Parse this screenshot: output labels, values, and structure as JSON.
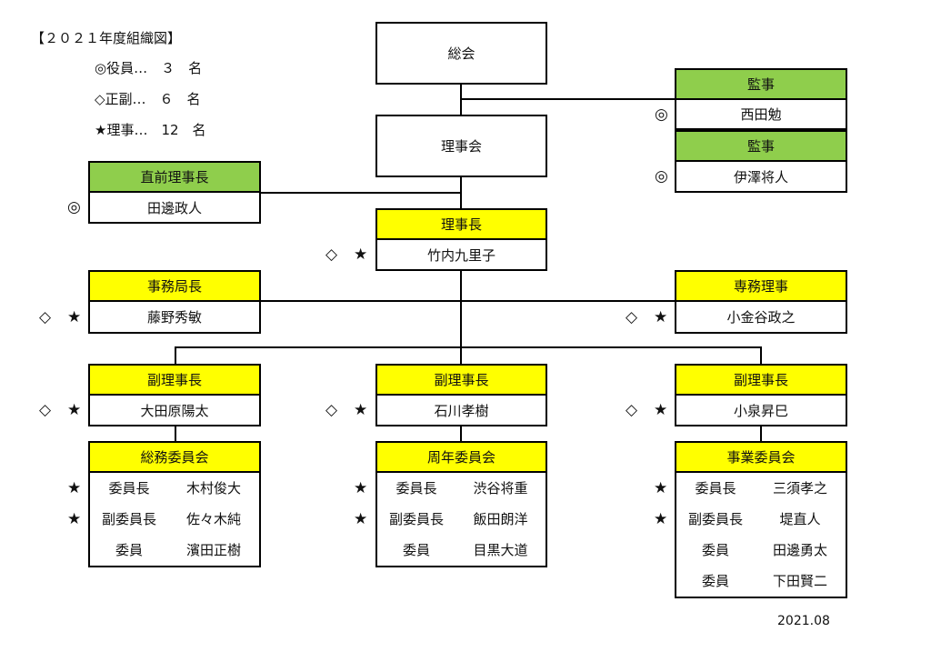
{
  "legend": {
    "title": "【２０２１年度組織図】",
    "items": [
      {
        "label": "◎役員…　３　名"
      },
      {
        "label": "◇正副…　６　名"
      },
      {
        "label": "★理事…　12　名"
      }
    ]
  },
  "nodes": {
    "general_assembly": "総会",
    "board": "理事会",
    "auditor1": {
      "title": "監事",
      "name": "西田勉",
      "mark": "◎"
    },
    "auditor2": {
      "title": "監事",
      "name": "伊澤将人",
      "mark": "◎"
    },
    "past_chair": {
      "title": "直前理事長",
      "name": "田邊政人",
      "mark": "◎"
    },
    "chair": {
      "title": "理事長",
      "name": "竹内九里子",
      "mark1": "◇",
      "mark2": "★"
    },
    "secretary_general": {
      "title": "事務局長",
      "name": "藤野秀敏",
      "mark1": "◇",
      "mark2": "★"
    },
    "executive_director": {
      "title": "専務理事",
      "name": "小金谷政之",
      "mark1": "◇",
      "mark2": "★"
    },
    "vice1": {
      "title": "副理事長",
      "name": "大田原陽太",
      "mark1": "◇",
      "mark2": "★"
    },
    "vice2": {
      "title": "副理事長",
      "name": "石川孝樹",
      "mark1": "◇",
      "mark2": "★"
    },
    "vice3": {
      "title": "副理事長",
      "name": "小泉昇巳",
      "mark1": "◇",
      "mark2": "★"
    }
  },
  "committees": [
    {
      "title": "総務委員会",
      "members": [
        {
          "mark": "★",
          "role": "委員長",
          "name": "木村俊大"
        },
        {
          "mark": "★",
          "role": "副委員長",
          "name": "佐々木純"
        },
        {
          "mark": "",
          "role": "委員",
          "name": "濱田正樹"
        }
      ]
    },
    {
      "title": "周年委員会",
      "members": [
        {
          "mark": "★",
          "role": "委員長",
          "name": "渋谷将重"
        },
        {
          "mark": "★",
          "role": "副委員長",
          "name": "飯田朗洋"
        },
        {
          "mark": "",
          "role": "委員",
          "name": "目黒大道"
        }
      ]
    },
    {
      "title": "事業委員会",
      "members": [
        {
          "mark": "★",
          "role": "委員長",
          "name": "三須孝之"
        },
        {
          "mark": "★",
          "role": "副委員長",
          "name": "堤直人"
        },
        {
          "mark": "",
          "role": "委員",
          "name": "田邊勇太"
        },
        {
          "mark": "",
          "role": "委員",
          "name": "下田賢二"
        }
      ]
    }
  ],
  "date": "2021.08"
}
